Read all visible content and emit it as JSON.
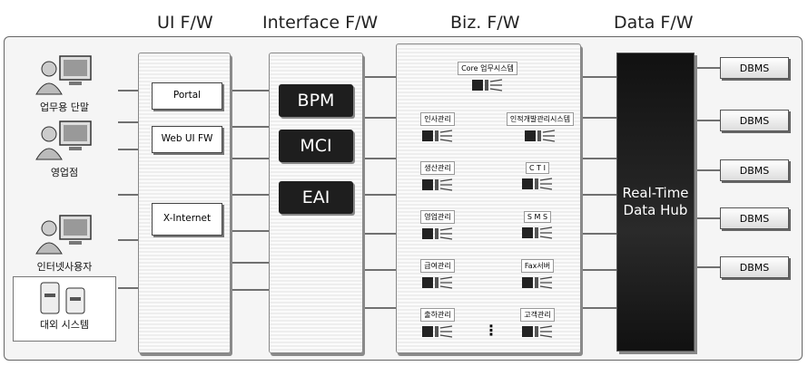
{
  "titles": {
    "ui": "UI F/W",
    "interface": "Interface F/W",
    "biz": "Biz. F/W",
    "data": "Data F/W"
  },
  "clients": [
    "업무용 단말",
    "영업점",
    "인터넷사용자",
    "대외 시스템"
  ],
  "ui_fw": [
    "Portal",
    "Web UI FW",
    "X-Internet"
  ],
  "interface_fw": [
    "BPM",
    "MCI",
    "EAI"
  ],
  "biz_fw": {
    "core": "Core 업무시스템",
    "left": [
      "인사관리",
      "생산관리",
      "영업관리",
      "급여관리",
      "출하관리"
    ],
    "right": [
      "인적개발관리시스템",
      "C T I",
      "S M S",
      "Fax서버",
      "고객관리"
    ],
    "ellipsis": "⋮"
  },
  "data_fw": {
    "hub_line1": "Real-Time",
    "hub_line2": "Data Hub",
    "dbms": [
      "DBMS",
      "DBMS",
      "DBMS",
      "DBMS",
      "DBMS"
    ]
  },
  "icons": [
    "terminal-user-icon",
    "server-icon",
    "biz-module-icon"
  ]
}
